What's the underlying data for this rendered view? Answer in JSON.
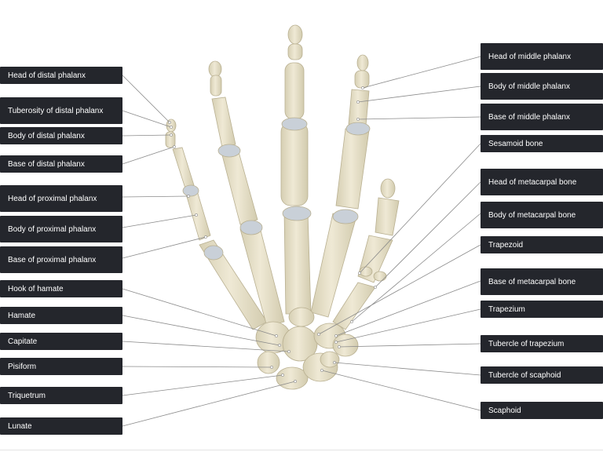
{
  "diagram": {
    "colors": {
      "bone": "#e8e2cc",
      "bone_shade": "#cfc7a9",
      "cartilage": "#bfc6cf",
      "label_bg": "#24262c",
      "label_text": "#ffffff",
      "leader": "#8a8a8a"
    },
    "labels_left": [
      {
        "id": "head-distal",
        "text": "Head of distal phalanx"
      },
      {
        "id": "tuberosity-distal",
        "text": "Tuberosity of distal phalanx"
      },
      {
        "id": "body-distal",
        "text": "Body of distal phalanx"
      },
      {
        "id": "base-distal",
        "text": "Base of distal phalanx"
      },
      {
        "id": "head-proximal",
        "text": "Head of proximal phalanx"
      },
      {
        "id": "body-proximal",
        "text": "Body of proximal phalanx"
      },
      {
        "id": "base-proximal",
        "text": "Base of proximal phalanx"
      },
      {
        "id": "hook-hamate",
        "text": "Hook of hamate"
      },
      {
        "id": "hamate",
        "text": "Hamate"
      },
      {
        "id": "capitate",
        "text": "Capitate"
      },
      {
        "id": "pisiform",
        "text": "Pisiform"
      },
      {
        "id": "triquetrum",
        "text": "Triquetrum"
      },
      {
        "id": "lunate",
        "text": "Lunate"
      }
    ],
    "labels_right": [
      {
        "id": "head-middle",
        "text": "Head of middle phalanx"
      },
      {
        "id": "body-middle",
        "text": "Body of middle phalanx"
      },
      {
        "id": "base-middle",
        "text": "Base of middle phalanx"
      },
      {
        "id": "sesamoid",
        "text": "Sesamoid bone"
      },
      {
        "id": "head-metacarpal",
        "text": "Head of metacarpal bone"
      },
      {
        "id": "body-metacarpal",
        "text": "Body of metacarpal bone"
      },
      {
        "id": "trapezoid",
        "text": "Trapezoid"
      },
      {
        "id": "base-metacarpal",
        "text": "Base of metacarpal bone"
      },
      {
        "id": "trapezium",
        "text": "Trapezium"
      },
      {
        "id": "tubercle-trapezium",
        "text": "Tubercle of trapezium"
      },
      {
        "id": "tubercle-scaphoid",
        "text": "Tubercle of scaphoid"
      },
      {
        "id": "scaphoid",
        "text": "Scaphoid"
      }
    ]
  }
}
